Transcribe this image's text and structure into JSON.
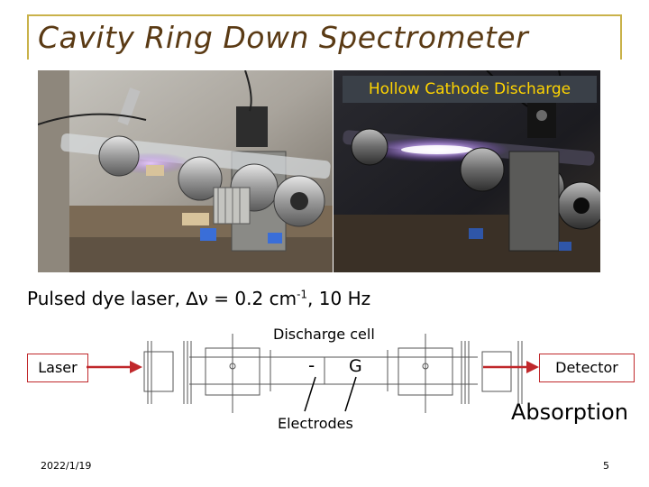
{
  "slide": {
    "title": "Cavity Ring Down Spectrometer",
    "photo_caption": "Hollow Cathode Discharge",
    "laser_spec": {
      "prefix": "Pulsed dye laser, ",
      "delta_nu": "∆ν",
      "middle": " = 0.2 cm",
      "exponent": "-1",
      "suffix": ", 10 Hz"
    },
    "diagram": {
      "discharge_cell_label": "Discharge cell",
      "laser_label": "Laser",
      "detector_label": "Detector",
      "minus_label": "-",
      "ground_label": "G",
      "electrodes_label": "Electrodes",
      "absorption_label": "Absorption"
    },
    "footer": {
      "date": "2022/1/19",
      "page_number": "5"
    }
  },
  "colors": {
    "title": "#5a3a14",
    "frame": "#c9b24a",
    "caption_bg": "#3a4048",
    "caption_text": "#ffd400",
    "arrow": "#c0282b"
  }
}
